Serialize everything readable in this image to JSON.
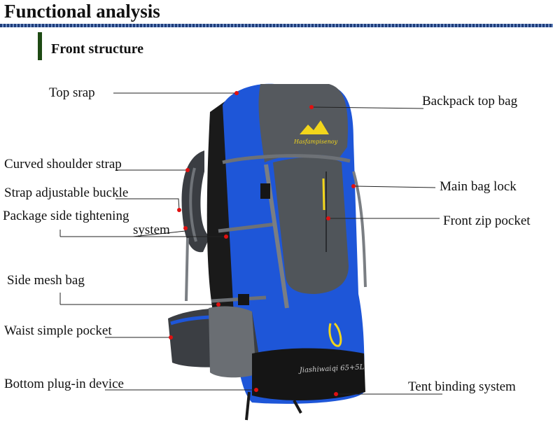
{
  "header": {
    "title": "Functional analysis",
    "subtitle": "Front structure"
  },
  "labels": {
    "top_strap": "Top srap",
    "top_bag": "Backpack top bag",
    "shoulder_strap": "Curved shoulder strap",
    "buckle": "Strap adjustable buckle",
    "side_tightening_1": "Package side tightening",
    "side_tightening_2": "system",
    "main_lock": "Main bag lock",
    "zip_pocket": "Front zip pocket",
    "mesh_bag": "Side mesh bag",
    "waist_pocket": "Waist simple pocket",
    "plugin_device": "Bottom plug-in device",
    "tent_binding": "Tent binding system"
  },
  "product": {
    "logo_text": "Hasfampisenoy",
    "bottom_text": "Jiashiwaiqi 65+5L"
  },
  "colors": {
    "blue": "#1e56d8",
    "grey": "#55595e",
    "black": "#151515",
    "accent_yellow": "#f2d51b",
    "marker": "#e01010"
  }
}
